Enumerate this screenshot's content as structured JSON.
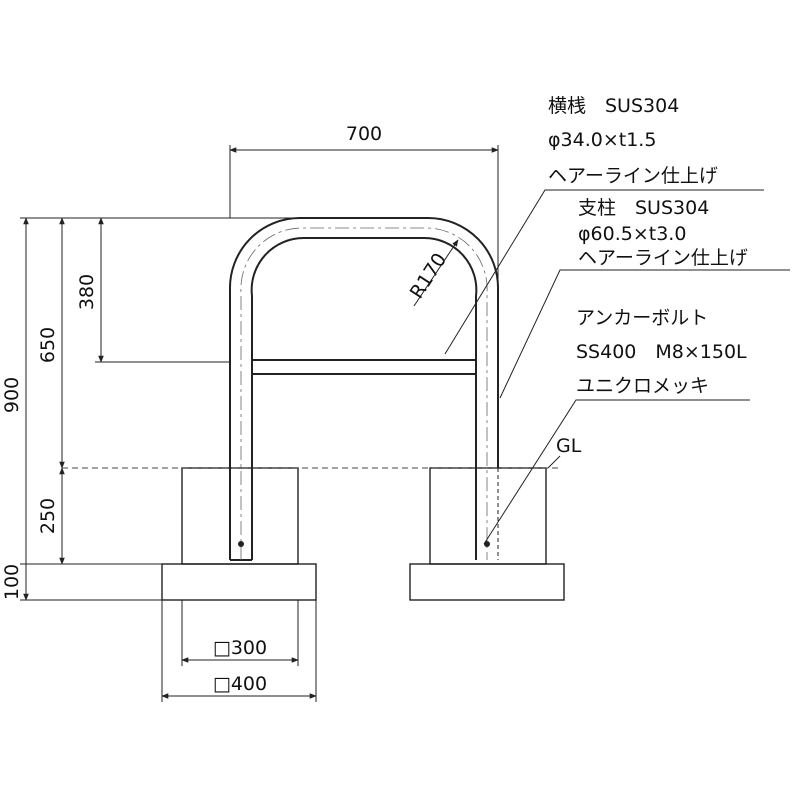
{
  "dimensions": {
    "width": "700",
    "radius": "R170",
    "crossbar_height": "380",
    "height_650": "650",
    "total_height": "900",
    "embed_depth": "250",
    "base_thickness": "100",
    "square_300": "□300",
    "square_400": "□400"
  },
  "labels": {
    "crossbar": {
      "line1": "横桟　SUS304",
      "line2": "φ34.0×t1.5",
      "line3": "ヘアーライン仕上げ"
    },
    "post": {
      "line1": "支柱　SUS304",
      "line2": "φ60.5×t3.0",
      "line3": "ヘアーライン仕上げ"
    },
    "anchor": {
      "line1": "アンカーボルト",
      "line2": "SS400　M8×150L",
      "line3": "ユニクロメッキ"
    },
    "ground_level": "GL"
  }
}
